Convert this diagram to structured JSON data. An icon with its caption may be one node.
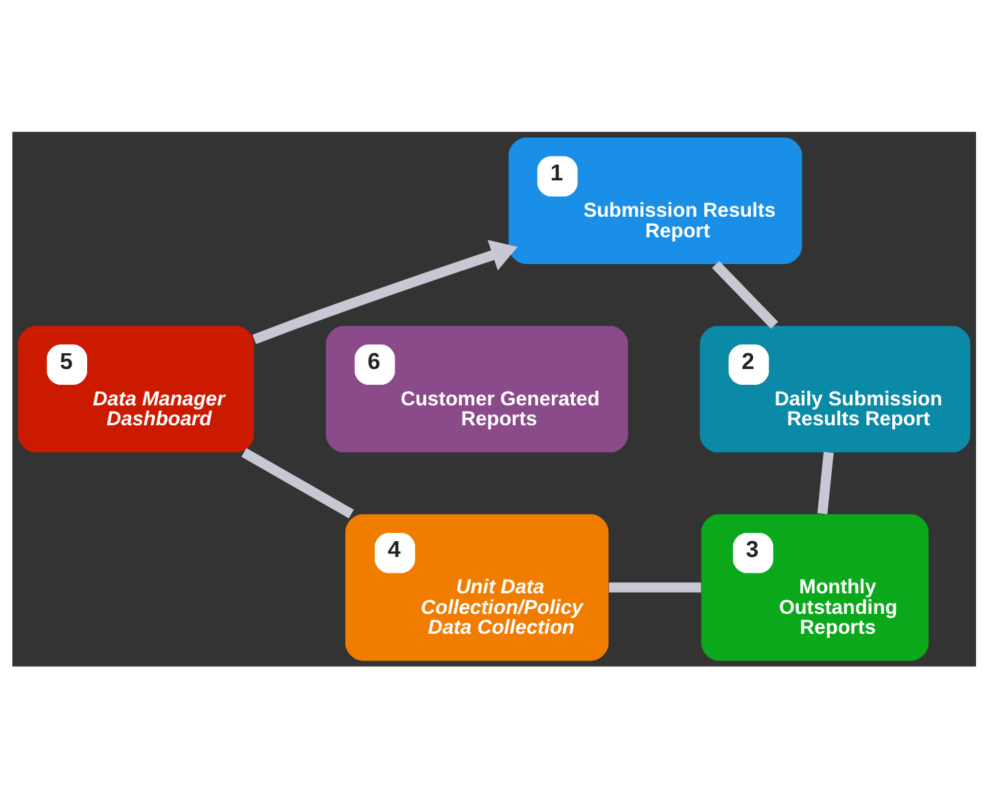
{
  "diagram": {
    "nodes": [
      {
        "text": [
          "1",
          "Submission Results Report"
        ]
      },
      {
        "text": [
          "2",
          "Daily Submission Results Report"
        ]
      },
      {
        "text": [
          "3",
          "Monthly Outstanding Reports"
        ]
      },
      {
        "text": [
          "4",
          "Unit Data Collection/Policy Data Collection"
        ]
      },
      {
        "text": [
          "5",
          "Data Manager Dashboard"
        ]
      },
      {
        "text": [
          "6",
          "Customer Generated Reports"
        ]
      }
    ],
    "edges": [
      {
        "from": 0,
        "to": 1,
        "arrow": "none"
      },
      {
        "from": 1,
        "to": 2,
        "arrow": "none"
      },
      {
        "from": 2,
        "to": 3,
        "arrow": "none"
      },
      {
        "from": 3,
        "to": 4,
        "arrow": "none"
      },
      {
        "from": 4,
        "to": 0,
        "arrow": "to"
      }
    ]
  }
}
